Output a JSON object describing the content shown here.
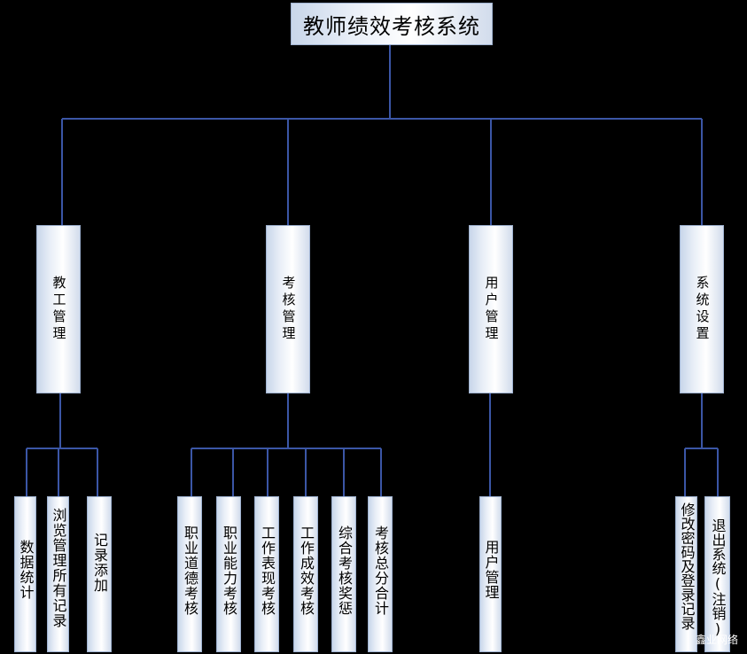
{
  "title": "教师绩效考核系统",
  "watermark": "鑫业网络",
  "line_color": "#3b56a6",
  "modules": [
    {
      "label": "教工管理",
      "children": [
        "数据统计",
        "浏览管理所有记录",
        "记录添加"
      ]
    },
    {
      "label": "考核管理",
      "children": [
        "职业道德考核",
        "职业能力考核",
        "工作表现考核",
        "工作成效考核",
        "综合考核奖惩",
        "考核总分合计"
      ]
    },
    {
      "label": "用户管理",
      "children": [
        "用户管理"
      ]
    },
    {
      "label": "系统设置",
      "children": [
        "修改密码及登录记录",
        "退出系统(注销)"
      ]
    }
  ]
}
